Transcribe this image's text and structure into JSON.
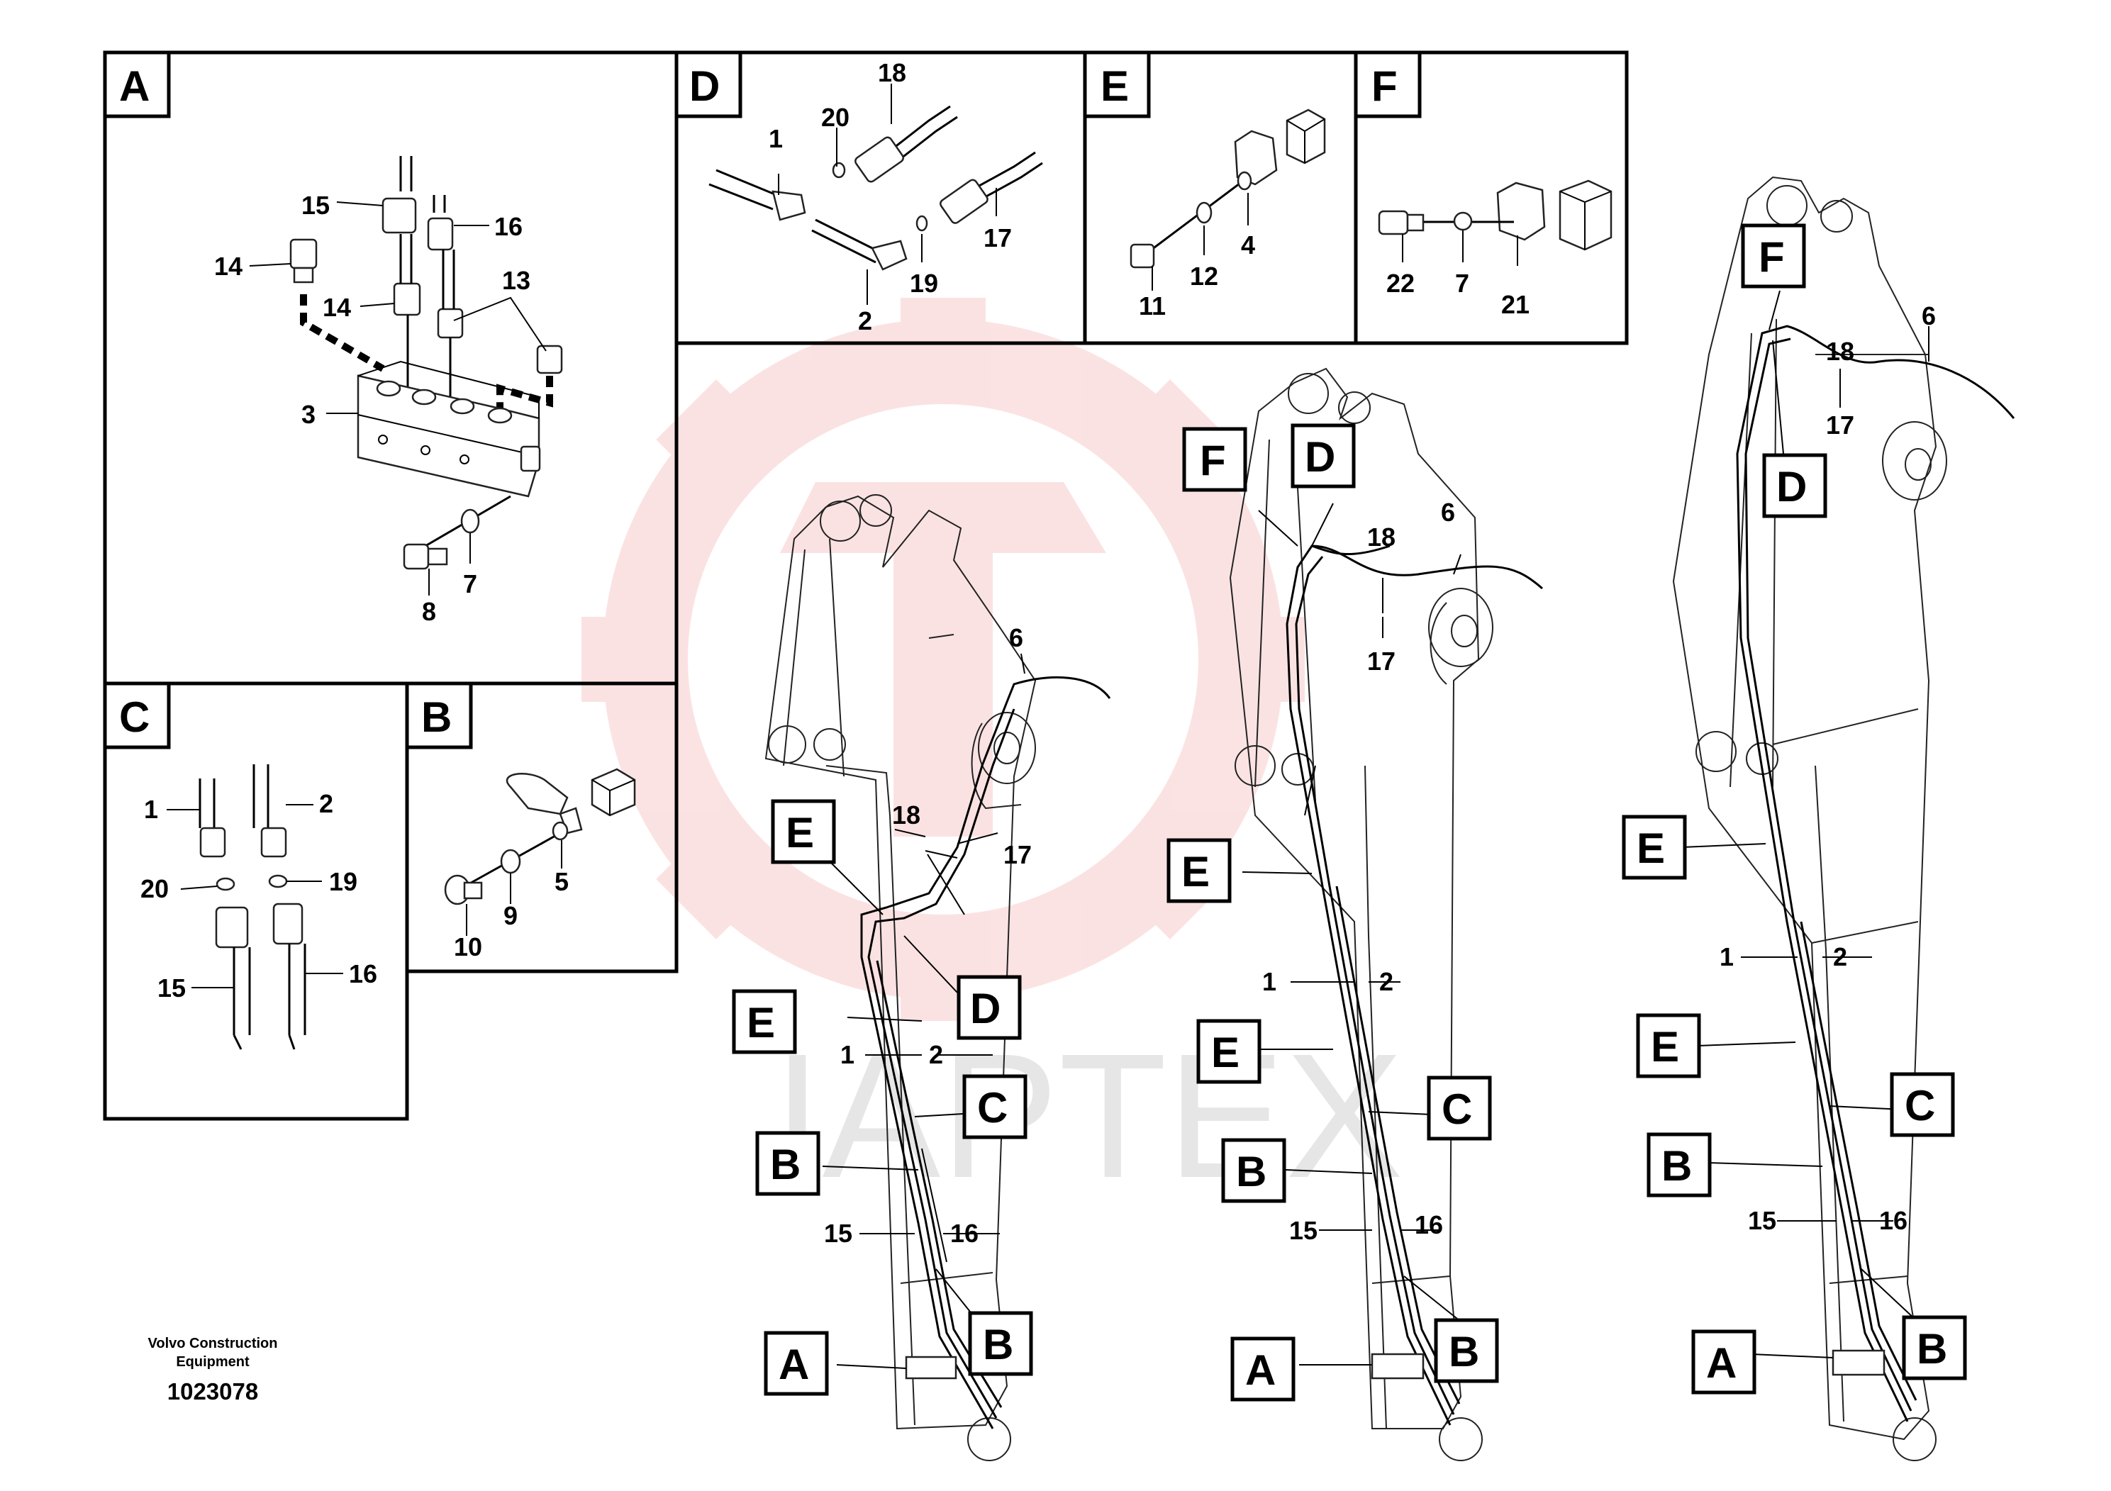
{
  "watermark": "IAPTEX",
  "panels": {
    "A": "A",
    "B": "B",
    "C": "C",
    "D": "D",
    "E": "E",
    "F": "F"
  },
  "footer": {
    "company": "Volvo Construction Equipment",
    "document_number": "1023078"
  },
  "colors": {
    "watermark_red": "#f08080",
    "ink": "#000000"
  },
  "panel_A_labels": [
    "15",
    "16",
    "14",
    "14",
    "13",
    "3",
    "8",
    "7"
  ],
  "panel_C_labels": [
    "1",
    "2",
    "20",
    "19",
    "15",
    "16"
  ],
  "panel_B_labels": [
    "10",
    "9",
    "5"
  ],
  "panel_D_labels": [
    "18",
    "1",
    "20",
    "17",
    "19",
    "2"
  ],
  "panel_E_labels": [
    "11",
    "12",
    "4"
  ],
  "panel_F_labels": [
    "22",
    "7",
    "21"
  ],
  "boom1_labels": [
    "6",
    "18",
    "17",
    "1",
    "2",
    "15",
    "16"
  ],
  "boom2_labels": [
    "18",
    "6",
    "17",
    "1",
    "2",
    "15",
    "16"
  ],
  "boom3_labels": [
    "6",
    "18",
    "17",
    "1",
    "2",
    "15",
    "16"
  ]
}
